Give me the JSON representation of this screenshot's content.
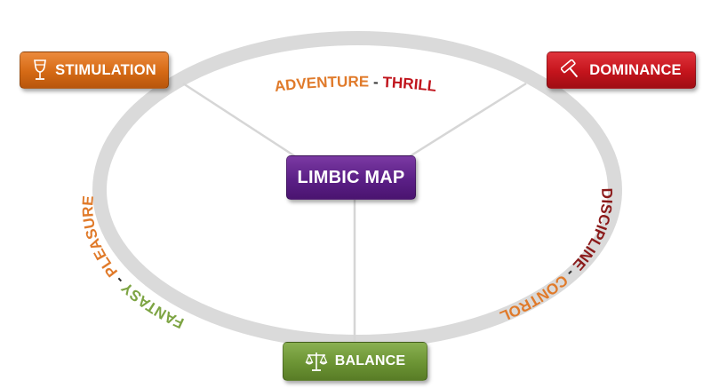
{
  "title": "LIMBIC MAP",
  "nodes": {
    "stimulation": {
      "label": "STIMULATION",
      "icon": "wine-glass-icon",
      "color": "#d56a15"
    },
    "dominance": {
      "label": "DOMINANCE",
      "icon": "hammer-icon",
      "color": "#c4141c"
    },
    "balance": {
      "label": "BALANCE",
      "icon": "scales-icon",
      "color": "#6c9434"
    },
    "center": {
      "color": "#5b1f86"
    }
  },
  "arc_labels": {
    "top": {
      "first": "ADVENTURE",
      "sep": " - ",
      "second": "THRILL"
    },
    "right": {
      "first": "DISCIPLINE",
      "sep": " - ",
      "second": "CONTROL"
    },
    "left": {
      "first": "FANTASY",
      "sep": " - ",
      "second": "PLEASURE"
    }
  },
  "colors": {
    "ellipse": "#d9d9d9",
    "connector": "#d6d6d6",
    "adventure": "#e07a2a",
    "thrill": "#c0141c",
    "discipline": "#8b1a1a",
    "control": "#e07a2a",
    "fantasy": "#7da443",
    "pleasure": "#e07a2a",
    "separator": "#333333"
  }
}
